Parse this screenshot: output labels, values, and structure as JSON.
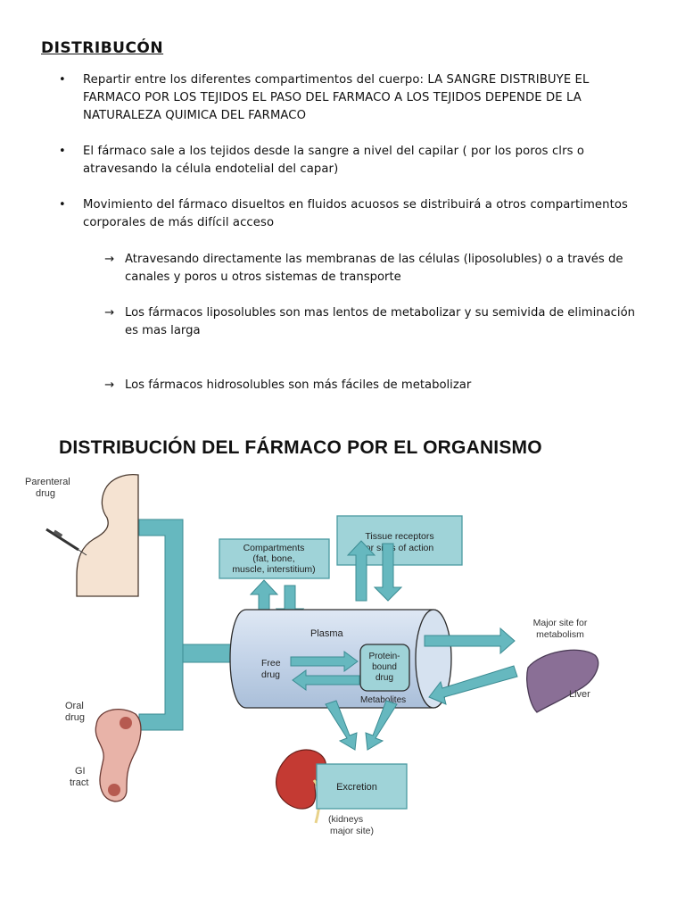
{
  "document": {
    "title": "DISTRIBUCÓN",
    "bullets": [
      "Repartir entre los diferentes compartimentos del cuerpo: LA SANGRE DISTRIBUYE EL FARMACO POR LOS TEJIDOS EL PASO DEL FARMACO  A LOS TEJIDOS DEPENDE DE LA NATURALEZA QUIMICA DEL FARMACO",
      "El fármaco sale a los tejidos desde la sangre a nivel del capilar ( por los poros clrs o atravesando la célula endotelial del capar)",
      "Movimiento del fármaco disueltos en fluidos acuosos se distribuirá a otros compartimentos corporales de más difícil acceso"
    ],
    "sub_bullets": [
      "Atravesando directamente las membranas de las células (liposolubles) o a través de canales y poros u otros sistemas de transporte",
      "Los fármacos liposolubles son mas lentos de metabolizar y su semivida de eliminación es mas larga",
      "Los fármacos hidrosolubles son más fáciles de metabolizar"
    ],
    "bullet_glyph": "•",
    "arrow_glyph": "→"
  },
  "diagram": {
    "title": "DISTRIBUCIÓN DEL FÁRMACO POR EL ORGANISMO",
    "labels": {
      "parenteral_1": "Parenteral",
      "parenteral_2": "drug",
      "oral_1": "Oral",
      "oral_2": "drug",
      "gi_1": "GI",
      "gi_2": "tract",
      "compartments_1": "Compartments",
      "compartments_2": "(fat, bone,",
      "compartments_3": "muscle, interstitium)",
      "tissue_1": "Tissue receptors",
      "tissue_2": "or sites of action",
      "plasma": "Plasma",
      "free_1": "Free",
      "free_2": "drug",
      "protein_1": "Protein-",
      "protein_2": "bound",
      "protein_3": "drug",
      "metabolites": "Metabolites",
      "major_1": "Major site for",
      "major_2": "metabolism",
      "liver": "Liver",
      "excretion": "Excretion",
      "kidneys_1": "(kidneys",
      "kidneys_2": "major site)"
    },
    "colors": {
      "box_fill": "#9fd3d8",
      "box_stroke": "#4a9aa2",
      "arrow_fill": "#66b8bf",
      "cylinder_fill": "#c7d6ea",
      "cylinder_stroke": "#2b2b2b",
      "liver_fill": "#8a6f96",
      "kidney_fill": "#c43a33",
      "gi_fill": "#e8b3a8",
      "skin_fill": "#f5e3d2"
    }
  }
}
